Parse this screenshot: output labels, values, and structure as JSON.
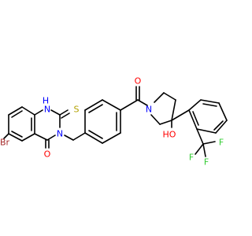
{
  "colors": {
    "bond": "#000000",
    "background": "#ffffff",
    "nitrogen": "#0000ff",
    "oxygen": "#ff0000",
    "sulfur": "#b2a100",
    "bromine": "#a52a2a",
    "fluorine": "#33cc33",
    "hydrogen_on_nitrogen": "#0000ff",
    "hydrogen_on_oxygen": "#ff0000"
  },
  "atom_labels": {
    "nh_h": "H",
    "nh_n": "N",
    "thione_s": "S",
    "ring_n3": "N",
    "ketone_o": "O",
    "bromine": "Br",
    "amide_o": "O",
    "piperidine_n": "N",
    "hydroxyl": "HO",
    "cf3_f_left": "F",
    "cf3_f_right": "F",
    "cf3_f_bottom": "F"
  }
}
